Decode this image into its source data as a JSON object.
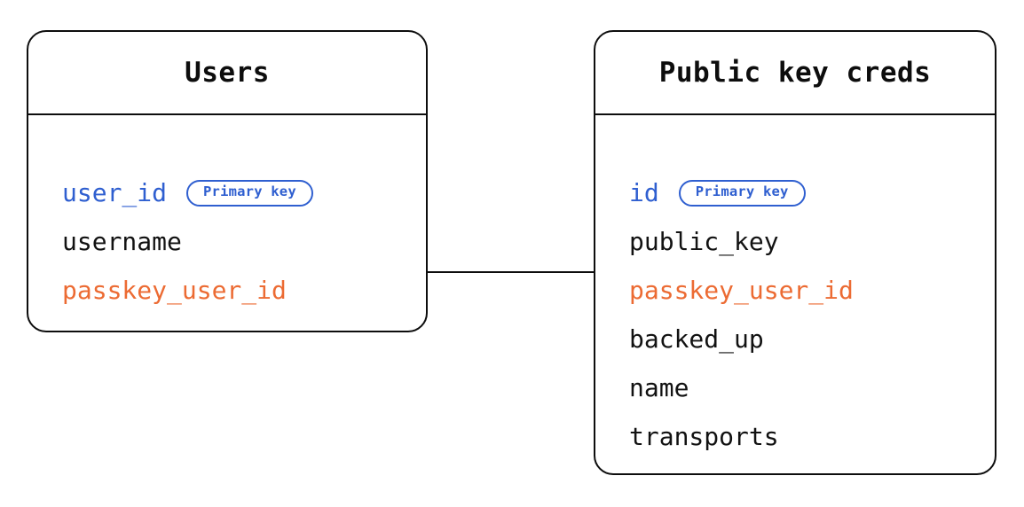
{
  "diagram": {
    "type": "entity-relationship-diagram",
    "background_color": "#ffffff",
    "colors": {
      "border": "#0d0d0d",
      "text": "#121212",
      "primary_key": "#2f5fd0",
      "foreign_key": "#ec6b33",
      "connector": "#0d0d0d"
    },
    "badge_label": "Primary key",
    "entities": [
      {
        "id": "users",
        "title": "Users",
        "fields": [
          {
            "name": "user_id",
            "role": "primary-key",
            "badge": "Primary key"
          },
          {
            "name": "username",
            "role": "plain",
            "badge": null
          },
          {
            "name": "passkey_user_id",
            "role": "foreign-key",
            "badge": null
          }
        ]
      },
      {
        "id": "public-key-creds",
        "title": "Public key creds",
        "fields": [
          {
            "name": "id",
            "role": "primary-key",
            "badge": "Primary key"
          },
          {
            "name": "public_key",
            "role": "plain",
            "badge": null
          },
          {
            "name": "passkey_user_id",
            "role": "foreign-key",
            "badge": null
          },
          {
            "name": "backed_up",
            "role": "plain",
            "badge": null
          },
          {
            "name": "name",
            "role": "plain",
            "badge": null
          },
          {
            "name": "transports",
            "role": "plain",
            "badge": null
          }
        ]
      }
    ],
    "relationships": [
      {
        "from_entity": "users",
        "from_field": "passkey_user_id",
        "to_entity": "public-key-creds",
        "to_field": "passkey_user_id",
        "style": "straight-line"
      }
    ]
  }
}
